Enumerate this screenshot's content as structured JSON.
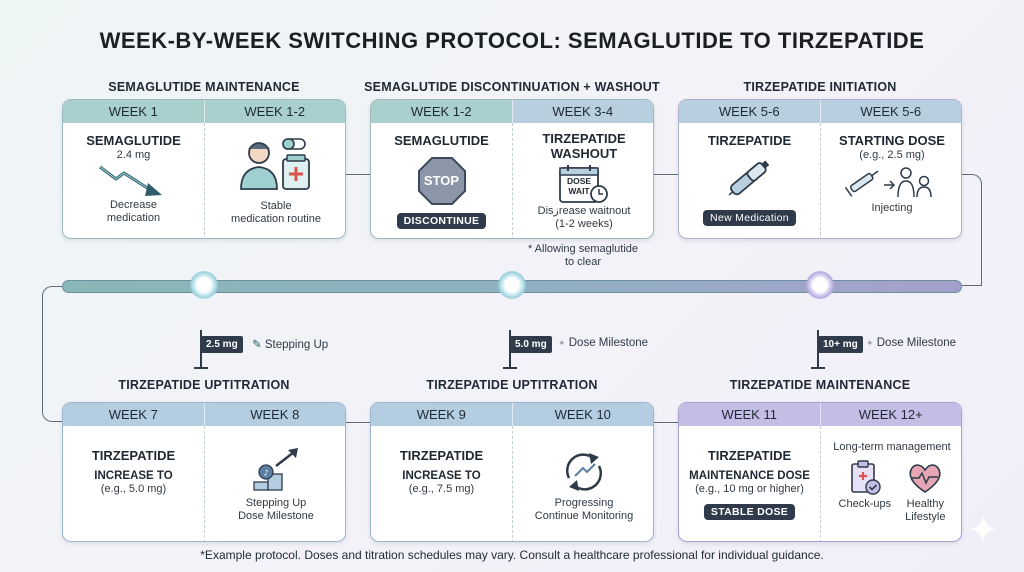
{
  "title": "WEEK-BY-WEEK SWITCHING PROTOCOL: SEMAGLUTIDE TO TIRZEPATIDE",
  "colors": {
    "teal": "#a9cfcf",
    "blue": "#b5cde0",
    "lavender": "#c9c1e6",
    "dark": "#2f3b4a"
  },
  "phases": {
    "p1": {
      "title": "SEMAGLUTIDE MAINTENANCE",
      "weeks": [
        "WEEK 1",
        "WEEK 1-2"
      ],
      "left": {
        "drug": "SEMAGLUTIDE",
        "dose": "2.4 mg",
        "caption1": "Decrease",
        "caption2": "medication",
        "icon": "trend-down-icon"
      },
      "right": {
        "caption1": "Stable",
        "caption2": "medication routine",
        "icon": "patient-medication-icon"
      }
    },
    "p2": {
      "title": "SEMAGLUTIDE DISCONTINUATION + WASHOUT",
      "weeks": [
        "WEEK 1-2",
        "WEEK 3-4"
      ],
      "left": {
        "drug": "SEMAGLUTIDE",
        "stop": "STOP",
        "badge": "DISCONTINUE",
        "icon": "stop-sign-icon"
      },
      "right": {
        "drug1": "TIRZEPATIDE",
        "drug2": "WASHOUT",
        "cal1": "DOSE",
        "cal2": "WAIT",
        "caption1": "Disزrease waitnout",
        "caption2": "(1-2 weeks)",
        "icon": "calendar-clock-icon"
      },
      "note1": "* Allowing semaglutide",
      "note2": "to clear"
    },
    "p3": {
      "title": "TIRZEPATIDE INITIATION",
      "weeks": [
        "WEEK 5-6",
        "WEEK 5-6"
      ],
      "left": {
        "drug": "TIRZEPATIDE",
        "badge": "New Medication",
        "icon": "pen-injector-icon"
      },
      "right": {
        "drug": "STARTING DOSE",
        "dose": "(e.g., 2.5 mg)",
        "caption": "Injecting",
        "icon": "injection-icon"
      }
    },
    "p4": {
      "title": "TIRZEPATIDE UPTITRATION",
      "weeks": [
        "WEEK 7",
        "WEEK 8"
      ],
      "left": {
        "drug": "TIRZEPATIDE",
        "label": "INCREASE TO",
        "dose": "(e.g., 5.0 mg)"
      },
      "right": {
        "caption1": "Stepping Up",
        "caption2": "Dose Milestone",
        "icon": "step-up-icon"
      }
    },
    "p5": {
      "title": "TIRZEPATIDE UPTITRATION",
      "weeks": [
        "WEEK 9",
        "WEEK 10"
      ],
      "left": {
        "drug": "TIRZEPATIDE",
        "label": "INCREASE TO",
        "dose": "(e.g., 7.5 mg)"
      },
      "right": {
        "caption1": "Progressing",
        "caption2": "Continue Monitoring",
        "icon": "progress-arrows-icon"
      }
    },
    "p6": {
      "title": "TIRZEPATIDE MAINTENANCE",
      "weeks": [
        "WEEK 11",
        "WEEK 12+"
      ],
      "left": {
        "drug": "TIRZEPATIDE",
        "label": "MAINTENANCE DOSE",
        "dose": "(e.g., 10 mg or higher)",
        "badge": "STABLE DOSE"
      },
      "right": {
        "caption": "Long-term management",
        "item1": "Check-ups",
        "item2a": "Healthy",
        "item2b": "Lifestyle",
        "icon1": "clipboard-check-icon",
        "icon2": "heart-pulse-icon"
      }
    }
  },
  "milestones": [
    {
      "flag": "2.5 mg",
      "note": "Stepping Up"
    },
    {
      "flag": "5.0 mg",
      "note": "Dose Milestone"
    },
    {
      "flag": "10+ mg",
      "note": "Dose Milestone"
    }
  ],
  "footnote": "*Example protocol. Doses and titration schedules may vary. Consult a healthcare professional for individual guidance."
}
